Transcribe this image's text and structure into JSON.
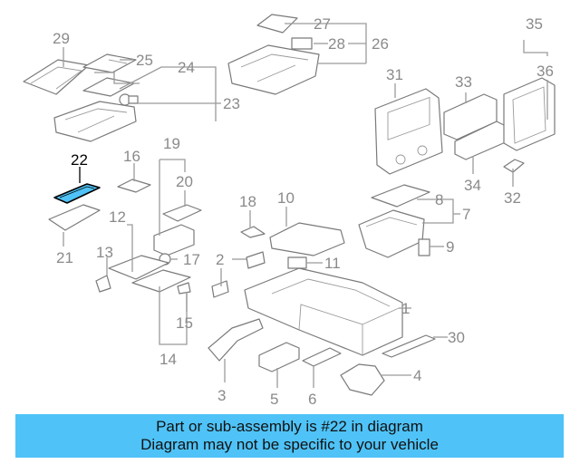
{
  "diagram": {
    "callouts": [
      "1",
      "2",
      "3",
      "4",
      "5",
      "6",
      "7",
      "8",
      "9",
      "10",
      "11",
      "12",
      "13",
      "14",
      "15",
      "16",
      "17",
      "18",
      "19",
      "20",
      "21",
      "22",
      "23",
      "24",
      "25",
      "26",
      "27",
      "28",
      "29",
      "30",
      "31",
      "32",
      "33",
      "34",
      "35",
      "36"
    ],
    "highlighted_part": "22",
    "highlight_color": "#4fc3f7",
    "line_color": "#9a9a9a"
  },
  "banner": {
    "line1": "Part or sub-assembly is #22 in diagram",
    "line2": "Diagram may not be specific to your vehicle",
    "color": "#4fc3f7"
  }
}
